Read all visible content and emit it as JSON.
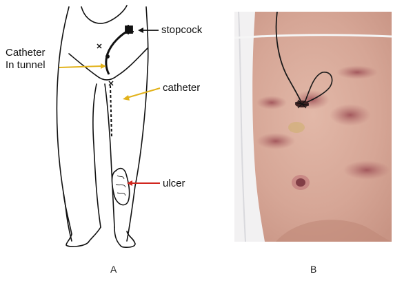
{
  "panel_a": {
    "label": "A",
    "annotations": {
      "stopcock": "stopcock",
      "catheter_tunnel_line1": "Catheter",
      "catheter_tunnel_line2": "In tunnel",
      "catheter": "catheter",
      "ulcer": "ulcer"
    }
  },
  "panel_b": {
    "label": "B"
  },
  "colors": {
    "arrow_black": "#111111",
    "arrow_yellow": "#e2b21a",
    "arrow_red": "#d1271f",
    "skin_base": "#d9a99b",
    "lesion": "#a85a5e"
  }
}
